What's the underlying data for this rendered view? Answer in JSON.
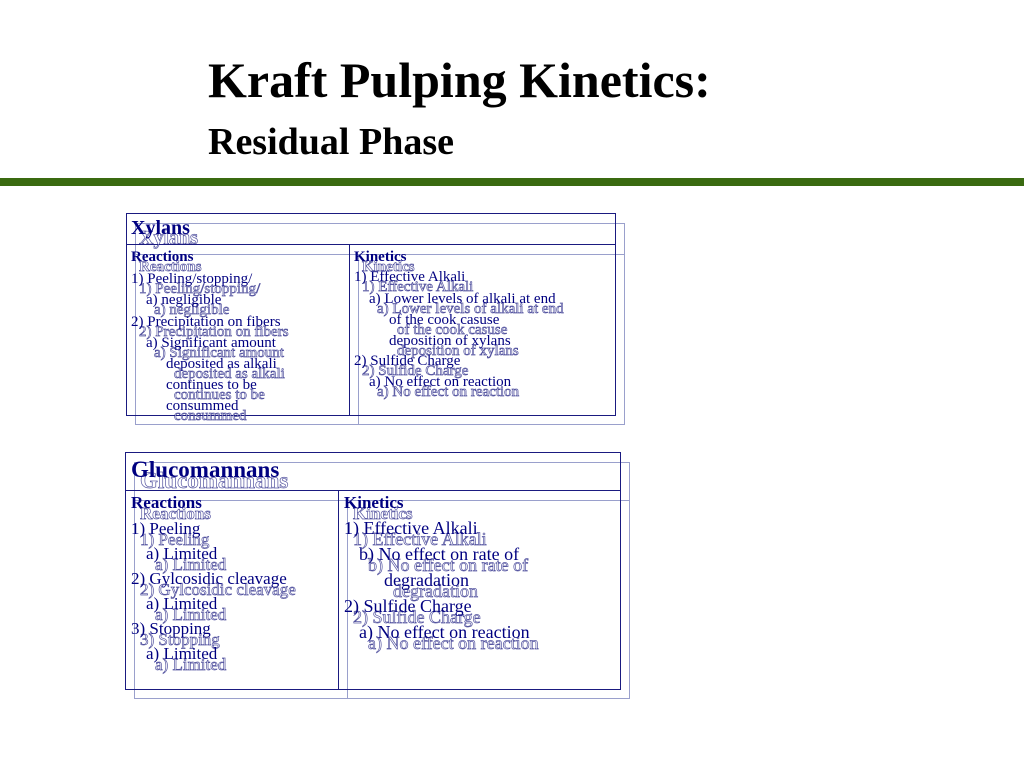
{
  "title": "Kraft Pulping Kinetics:",
  "subtitle": "Residual Phase",
  "accent_color": "#3a6a10",
  "xylans": {
    "header": "Xylans",
    "reactions_label": "Reactions",
    "kinetics_label": "Kinetics",
    "reactions": [
      "1)  Peeling/stopping/",
      "a) negligible",
      "2)  Precipitation on fibers",
      "a) Significant amount",
      "deposited as alkali",
      "continues to be",
      "consummed"
    ],
    "kinetics": [
      "1)  Effective Alkali",
      "a) Lower levels of alkali at end",
      "of the cook casuse",
      "deposition of xylans",
      "2)  Sulfide Charge",
      "a) No effect on reaction"
    ]
  },
  "glucomannans": {
    "header": "Glucomannans",
    "reactions_label": "Reactions",
    "kinetics_label": "Kinetics",
    "reactions": [
      "1) Peeling",
      "a) Limited",
      "2) Gylcosidic cleavage",
      "a) Limited",
      "3) Stopping",
      "a) Limited"
    ],
    "kinetics": [
      "1) Effective Alkali",
      "b) No effect on rate of",
      "degradation",
      "2) Sulfide Charge",
      "a) No effect on reaction"
    ]
  }
}
